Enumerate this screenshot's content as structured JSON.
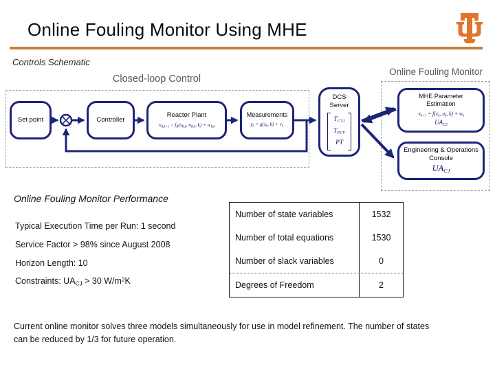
{
  "header": {
    "title": "Online Fouling Monitor Using MHE"
  },
  "schematic": {
    "section_heading": "Controls Schematic",
    "closed_loop_label": "Closed-loop Control",
    "monitor_label": "Online Fouling Monitor",
    "set_point_label": "Set point",
    "controller_label": "Controller",
    "reactor_title": "Reactor Plant",
    "reactor_equation_html": "x<sub>R,k+1</sub> = f<sub>R</sub>(x<sub>R,k</sub>, u<sub>R,k</sub>, k) + w<sub>R,k</sub>",
    "measurements_title": "Measurements",
    "measurements_equation_html": "y<sub>k</sub> = g(x<sub>k</sub>, k) + v<sub>k</sub>",
    "dcs_title": "DCS Server",
    "dcs_vector_html": [
      "T<sub>CTJ</sub>",
      "T<sub>PCV</sub>",
      "PT"
    ],
    "mhe_title": "MHE Parameter Estimation",
    "mhe_equation_html": "x<sub>k+1</sub> = f(x<sub>k</sub>, u<sub>k</sub>, k) + w<sub>k</sub>",
    "mhe_ua_html": "UA<sub>CJ</sub>",
    "console_title": "Engineering & Operations Console",
    "console_ua_html": "UA<sub>CJ</sub>"
  },
  "performance": {
    "heading": "Online Fouling Monitor Performance",
    "items_html": [
      "Typical Execution Time per Run: 1 second",
      "Service Factor > 98% since August 2008",
      "Horizon Length: 10",
      "Constraints: UA<sub>CJ</sub> > 30 W/m<sup>2</sup>K"
    ]
  },
  "stats_table": {
    "rows": [
      {
        "label": "Number of state variables",
        "value": "1532"
      },
      {
        "label": "Number of total equations",
        "value": "1530"
      },
      {
        "label": "Number of slack variables",
        "value": "0"
      },
      {
        "label": "Degrees of Freedom",
        "value": "2"
      }
    ]
  },
  "footer": {
    "note": "Current online monitor solves three models simultaneously for use in model refinement.  The number of states can be reduced by 1/3 for future operation."
  },
  "colors": {
    "accent_rule": "#c5803e",
    "logo_orange": "#e0752d",
    "diagram_navy": "#1c2478",
    "label_gray": "#595959"
  },
  "icons": {
    "logo": "ut-trident-logo",
    "junction": "sum-junction-icon"
  }
}
